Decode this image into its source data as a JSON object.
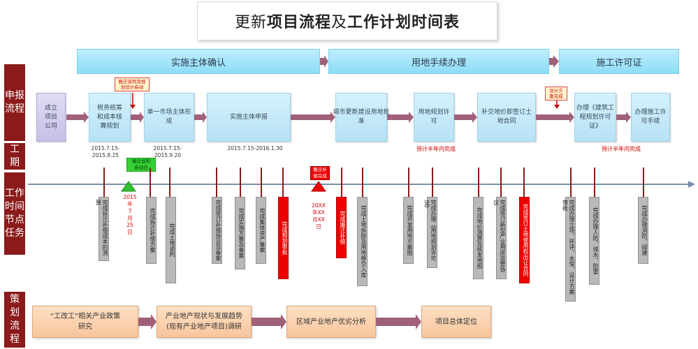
{
  "title": {
    "regular1": "更新",
    "bold": "项目流程",
    "regular2": "及",
    "bold2": "工作计划时间表"
  },
  "phases": [
    "实施主体确认",
    "用地手续办理",
    "施工许可证"
  ],
  "left_labels": {
    "apply": "申报\n流程",
    "period": "工\n期",
    "tasks": "工作\n时间\n节点\n任务",
    "plan": "策\n划\n流\n程"
  },
  "steps": [
    "成立\n项目\n公司",
    "税务统筹\n和成本核\n算规划",
    "单一市场主体形\n成",
    "实施主体申报",
    "城市更新建设用地批\n准",
    "用地规划许可",
    "补交地价即签订土地合同",
    "办理《建筑工\n程规划许可\n证》",
    "办理施工许\n可手续"
  ],
  "notes": {
    "n1": "搬迁谈判及规\n划设计启动",
    "n2": "设计方\n案完成",
    "green": "搬迁谈判\n启动日",
    "red": "搬迁补\n偿完成"
  },
  "dates": {
    "d1": "2015.7.15-\n2015.8.25",
    "d2": "2015.7.15-\n2015.9.20",
    "d3": "2015.7.15-2016.1.30",
    "d4": "预计半年内完成",
    "d5": "预计半年内完成",
    "green_date": "2015\n年\n7\n月\n25\n日",
    "red_date": "20XX\n年XX\n月XX\n日"
  },
  "tasks": [
    {
      "text": "完成拆迁补偿成本的测算",
      "red": false
    },
    {
      "text": "完成拆迁补偿方案",
      "red": false
    },
    {
      "text": "完成土地谈判",
      "red": false
    },
    {
      "text": "完成签订补偿协议及备案",
      "red": false
    },
    {
      "text": "完成实施方案及备案",
      "red": false
    },
    {
      "text": "完成集体资产备案",
      "red": false
    },
    {
      "text": "完成规划审批",
      "red": true
    },
    {
      "text": "完成搬迁补偿",
      "red": true
    },
    {
      "text": "完成土地拆除及用地移交入库",
      "red": false
    },
    {
      "text": "完成开发用地方案图",
      "red": false
    },
    {
      "text": "完成办理《用地规划许可证》",
      "red": false
    },
    {
      "text": "完成地价测算及核发地图",
      "red": false
    },
    {
      "text": "完成签订新型产业用房监管协议",
      "red": false
    },
    {
      "text": "完成签订土地使用权出让合同",
      "red": true
    },
    {
      "text": "完成办理立项、环评、水保、设计方案审批",
      "red": false
    },
    {
      "text": "完成办理人防、排水、防雷",
      "red": false
    },
    {
      "text": "完成办理消防、绿建",
      "red": false
    }
  ],
  "plan": [
    "“工改工”相关产业政策\n研究",
    "产业地产现状与发展趋势\n(现有产业地产项目)调研",
    "区域产业地产优劣分析",
    "项目总体定位"
  ],
  "colors": {
    "label_bg": "#8b1a1a",
    "phase": "#a6e4f8",
    "arrow": "#a0607a",
    "red": "#ee0000",
    "green": "#2fc12f"
  }
}
